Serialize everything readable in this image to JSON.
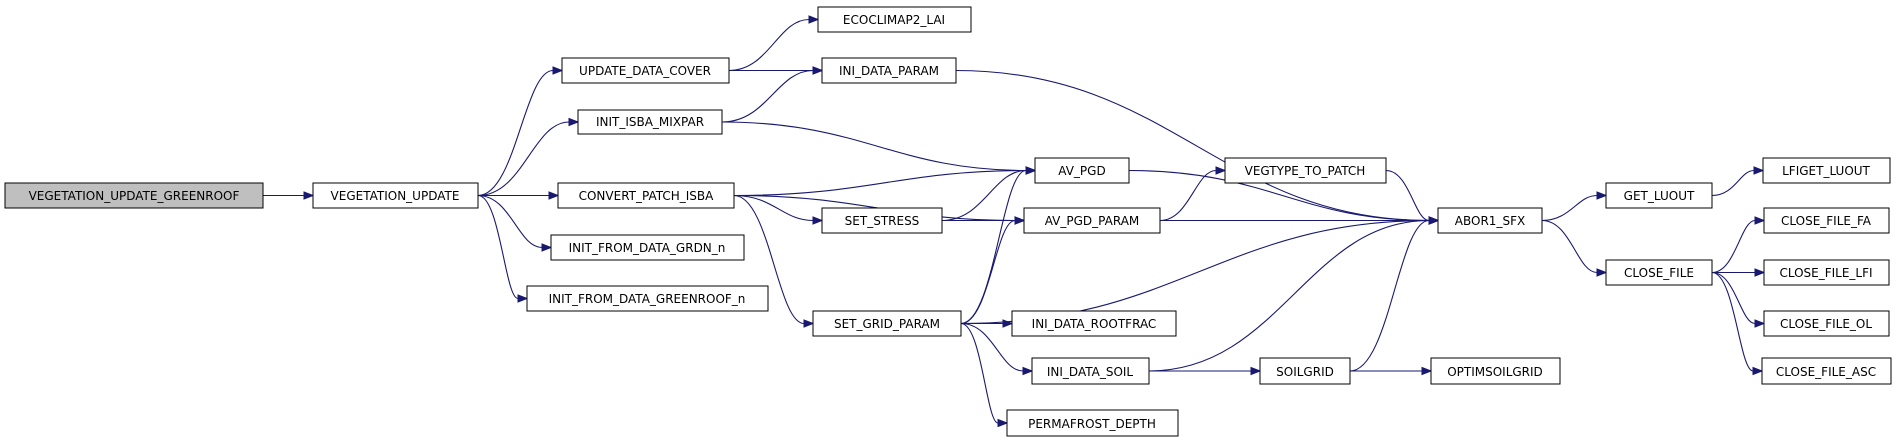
{
  "graph": {
    "colors": {
      "edge": "#191970",
      "node_border": "#000000",
      "root_fill": "#bfbfbf",
      "node_fill": "#ffffff"
    },
    "nodes": [
      {
        "id": "n0",
        "label": "VEGETATION_UPDATE_GREENROOF"
      },
      {
        "id": "n1",
        "label": "VEGETATION_UPDATE"
      },
      {
        "id": "n2",
        "label": "UPDATE_DATA_COVER"
      },
      {
        "id": "n3",
        "label": "INIT_ISBA_MIXPAR"
      },
      {
        "id": "n4",
        "label": "CONVERT_PATCH_ISBA"
      },
      {
        "id": "n5",
        "label": "INIT_FROM_DATA_GRDN_n"
      },
      {
        "id": "n6",
        "label": "INIT_FROM_DATA_GREENROOF_n"
      },
      {
        "id": "n7",
        "label": "ECOCLIMAP2_LAI"
      },
      {
        "id": "n8",
        "label": "INI_DATA_PARAM"
      },
      {
        "id": "n9",
        "label": "SET_STRESS"
      },
      {
        "id": "n10",
        "label": "SET_GRID_PARAM"
      },
      {
        "id": "n11",
        "label": "AV_PGD"
      },
      {
        "id": "n12",
        "label": "AV_PGD_PARAM"
      },
      {
        "id": "n13",
        "label": "INI_DATA_ROOTFRAC"
      },
      {
        "id": "n14",
        "label": "INI_DATA_SOIL"
      },
      {
        "id": "n15",
        "label": "PERMAFROST_DEPTH"
      },
      {
        "id": "n16",
        "label": "VEGTYPE_TO_PATCH"
      },
      {
        "id": "n17",
        "label": "SOILGRID"
      },
      {
        "id": "n18",
        "label": "ABOR1_SFX"
      },
      {
        "id": "n19",
        "label": "OPTIMSOILGRID"
      },
      {
        "id": "n20",
        "label": "GET_LUOUT"
      },
      {
        "id": "n21",
        "label": "CLOSE_FILE"
      },
      {
        "id": "n22",
        "label": "LFIGET_LUOUT"
      },
      {
        "id": "n23",
        "label": "CLOSE_FILE_FA"
      },
      {
        "id": "n24",
        "label": "CLOSE_FILE_LFI"
      },
      {
        "id": "n25",
        "label": "CLOSE_FILE_OL"
      },
      {
        "id": "n26",
        "label": "CLOSE_FILE_ASC"
      }
    ],
    "edges": [
      [
        "n0",
        "n1"
      ],
      [
        "n1",
        "n2"
      ],
      [
        "n1",
        "n3"
      ],
      [
        "n1",
        "n4"
      ],
      [
        "n1",
        "n5"
      ],
      [
        "n1",
        "n6"
      ],
      [
        "n2",
        "n7"
      ],
      [
        "n2",
        "n8"
      ],
      [
        "n3",
        "n8"
      ],
      [
        "n3",
        "n11"
      ],
      [
        "n4",
        "n11"
      ],
      [
        "n4",
        "n9"
      ],
      [
        "n4",
        "n12"
      ],
      [
        "n4",
        "n10"
      ],
      [
        "n8",
        "n18"
      ],
      [
        "n11",
        "n18"
      ],
      [
        "n9",
        "n11"
      ],
      [
        "n9",
        "n12"
      ],
      [
        "n10",
        "n11"
      ],
      [
        "n10",
        "n12"
      ],
      [
        "n10",
        "n18"
      ],
      [
        "n10",
        "n13"
      ],
      [
        "n10",
        "n14"
      ],
      [
        "n10",
        "n15"
      ],
      [
        "n12",
        "n16"
      ],
      [
        "n12",
        "n18"
      ],
      [
        "n16",
        "n18"
      ],
      [
        "n14",
        "n18"
      ],
      [
        "n14",
        "n17"
      ],
      [
        "n17",
        "n18"
      ],
      [
        "n17",
        "n19"
      ],
      [
        "n18",
        "n20"
      ],
      [
        "n18",
        "n21"
      ],
      [
        "n20",
        "n22"
      ],
      [
        "n21",
        "n23"
      ],
      [
        "n21",
        "n24"
      ],
      [
        "n21",
        "n25"
      ],
      [
        "n21",
        "n26"
      ]
    ]
  }
}
